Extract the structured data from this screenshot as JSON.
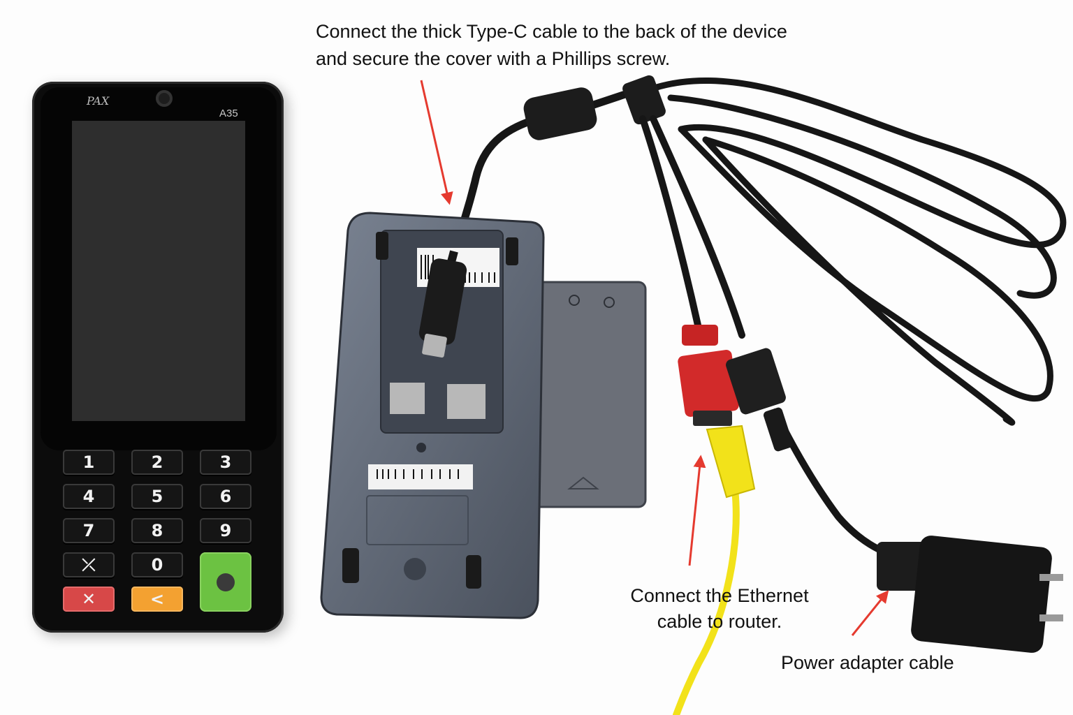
{
  "terminal": {
    "brand": "PAX",
    "model": "A35",
    "keys": [
      "1",
      "2",
      "3",
      "4",
      "5",
      "6",
      "7",
      "8",
      "9",
      "⤫",
      "0"
    ],
    "cancel_symbol": "✕",
    "back_symbol": "<"
  },
  "captions": {
    "top_line_1": "Connect the thick Type-C cable to the back of the device",
    "top_line_2": "and secure the cover with a Phillips screw.",
    "ethernet_line_1": "Connect the Ethernet",
    "ethernet_line_2": "cable to router.",
    "power": "Power adapter cable"
  },
  "colors": {
    "arrow": "#e53a2f",
    "ethernet_cable": "#f2e21a",
    "ethernet_coupler": "#d22a2a",
    "cable": "#161616",
    "device_back": "#5f6775",
    "enter_key": "#6cc242",
    "cancel_key": "#d74848",
    "back_key": "#f3a131"
  }
}
